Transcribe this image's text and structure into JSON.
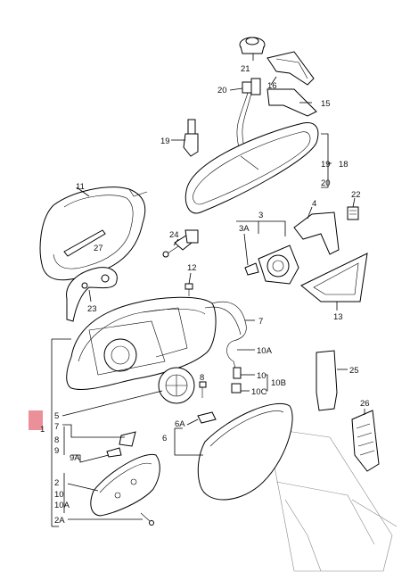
{
  "callouts": {
    "c21": "21",
    "c16": "16",
    "c20": "20",
    "c15": "15",
    "c19a": "19",
    "c19b": "19",
    "c18": "18",
    "c20b": "20",
    "c11": "11",
    "c27": "27",
    "c24": "24",
    "c3": "3",
    "c4": "4",
    "c22": "22",
    "c3A": "3A",
    "c12": "12",
    "c23": "23",
    "c13": "13",
    "c7": "7",
    "c10A": "10A",
    "c25": "25",
    "c10": "10",
    "c10B": "10B",
    "c10C": "10C",
    "c8": "8",
    "c26": "26",
    "c5": "5",
    "c1": "1",
    "c7b": "7",
    "c6A": "6A",
    "c6": "6",
    "c8b": "8",
    "c9": "9",
    "c9A": "9A",
    "c2": "2",
    "c10b": "10",
    "c10Ab": "10A",
    "c2A": "2A"
  },
  "highlight_color": "#e87c86"
}
